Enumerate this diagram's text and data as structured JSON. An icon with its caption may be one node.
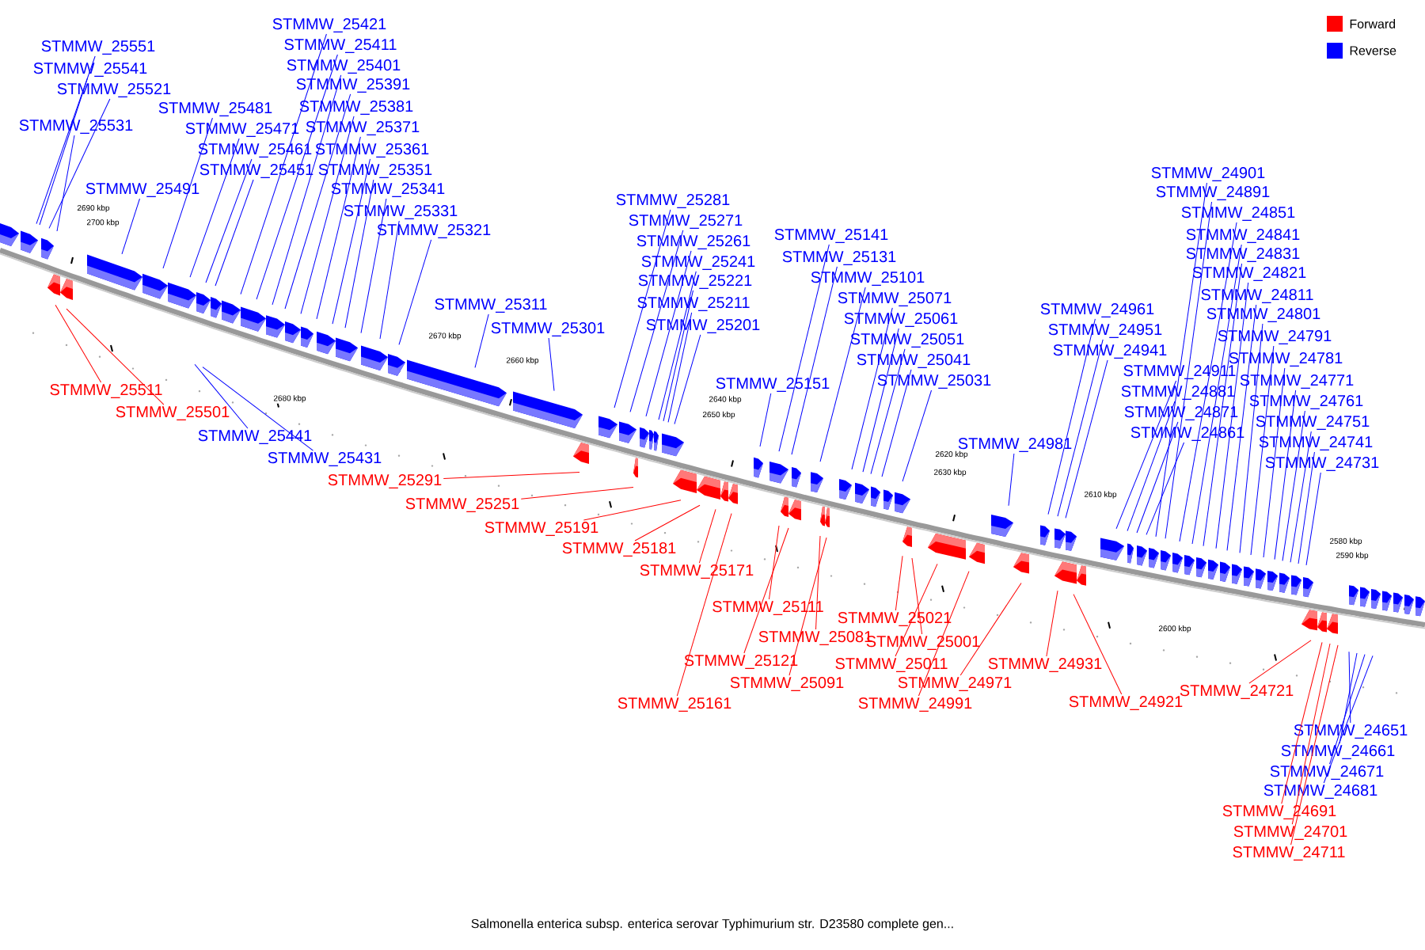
{
  "diagram": {
    "caption": "Salmonella enterica subsp. enterica serovar Typhimurium str. D23580 complete gen...",
    "nodes": [
      {
        "text": [
          "STMMW_25551"
        ]
      },
      {
        "text": [
          "STMMW_25541"
        ]
      },
      {
        "text": [
          "STMMW_25521"
        ]
      },
      {
        "text": [
          "STMMW_25531"
        ]
      },
      {
        "text": [
          "STMMW_25481"
        ]
      },
      {
        "text": [
          "STMMW_25471"
        ]
      },
      {
        "text": [
          "STMMW_25461"
        ]
      },
      {
        "text": [
          "STMMW_25451"
        ]
      },
      {
        "text": [
          "STMMW_25491"
        ]
      },
      {
        "text": [
          "STMMW_25421"
        ]
      },
      {
        "text": [
          "STMMW_25411"
        ]
      },
      {
        "text": [
          "STMMW_25401"
        ]
      },
      {
        "text": [
          "STMMW_25391"
        ]
      },
      {
        "text": [
          "STMMW_25381"
        ]
      },
      {
        "text": [
          "STMMW_25371"
        ]
      },
      {
        "text": [
          "STMMW_25361"
        ]
      },
      {
        "text": [
          "STMMW_25351"
        ]
      },
      {
        "text": [
          "STMMW_25341"
        ]
      },
      {
        "text": [
          "STMMW_25331"
        ]
      },
      {
        "text": [
          "STMMW_25321"
        ]
      },
      {
        "text": [
          "STMMW_25311"
        ]
      },
      {
        "text": [
          "STMMW_25301"
        ]
      },
      {
        "text": [
          "STMMW_25281"
        ]
      },
      {
        "text": [
          "STMMW_25271"
        ]
      },
      {
        "text": [
          "STMMW_25261"
        ]
      },
      {
        "text": [
          "STMMW_25241"
        ]
      },
      {
        "text": [
          "STMMW_25221"
        ]
      },
      {
        "text": [
          "STMMW_25211"
        ]
      },
      {
        "text": [
          "STMMW_25201"
        ]
      },
      {
        "text": [
          "STMMW_25141"
        ]
      },
      {
        "text": [
          "STMMW_25131"
        ]
      },
      {
        "text": [
          "STMMW_25101"
        ]
      },
      {
        "text": [
          "STMMW_25071"
        ]
      },
      {
        "text": [
          "STMMW_25061"
        ]
      },
      {
        "text": [
          "STMMW_25051"
        ]
      },
      {
        "text": [
          "STMMW_25041"
        ]
      },
      {
        "text": [
          "STMMW_25031"
        ]
      },
      {
        "text": [
          "STMMW_25151"
        ]
      },
      {
        "text": [
          "STMMW_24981"
        ]
      },
      {
        "text": [
          "STMMW_24901"
        ]
      },
      {
        "text": [
          "STMMW_24891"
        ]
      },
      {
        "text": [
          "STMMW_24851"
        ]
      },
      {
        "text": [
          "STMMW_24841"
        ]
      },
      {
        "text": [
          "STMMW_24831"
        ]
      },
      {
        "text": [
          "STMMW_24821"
        ]
      },
      {
        "text": [
          "STMMW_24811"
        ]
      },
      {
        "text": [
          "STMMW_24801"
        ]
      },
      {
        "text": [
          "STMMW_24791"
        ]
      },
      {
        "text": [
          "STMMW_24781"
        ]
      },
      {
        "text": [
          "STMMW_24771"
        ]
      },
      {
        "text": [
          "STMMW_24761"
        ]
      },
      {
        "text": [
          "STMMW_24751"
        ]
      },
      {
        "text": [
          "STMMW_24741"
        ]
      },
      {
        "text": [
          "STMMW_24731"
        ]
      },
      {
        "text": [
          "STMMW_24961"
        ]
      },
      {
        "text": [
          "STMMW_24951"
        ]
      },
      {
        "text": [
          "STMMW_24941"
        ]
      },
      {
        "text": [
          "STMMW_24911"
        ]
      },
      {
        "text": [
          "STMMW_24881"
        ]
      },
      {
        "text": [
          "STMMW_24871"
        ]
      },
      {
        "text": [
          "STMMW_24861"
        ]
      },
      {
        "text": [
          "STMMW_25511"
        ]
      },
      {
        "text": [
          "STMMW_25501"
        ]
      },
      {
        "text": [
          "STMMW_25441"
        ]
      },
      {
        "text": [
          "STMMW_25431"
        ]
      },
      {
        "text": [
          "STMMW_25291"
        ]
      },
      {
        "text": [
          "STMMW_25251"
        ]
      },
      {
        "text": [
          "STMMW_25191"
        ]
      },
      {
        "text": [
          "STMMW_25181"
        ]
      },
      {
        "text": [
          "STMMW_25171"
        ]
      },
      {
        "text": [
          "STMMW_25111"
        ]
      },
      {
        "text": [
          "STMMW_25081"
        ]
      },
      {
        "text": [
          "STMMW_25121"
        ]
      },
      {
        "text": [
          "STMMW_25091"
        ]
      },
      {
        "text": [
          "STMMW_25161"
        ]
      },
      {
        "text": [
          "STMMW_25021"
        ]
      },
      {
        "text": [
          "STMMW_25001"
        ]
      },
      {
        "text": [
          "STMMW_25011"
        ]
      },
      {
        "text": [
          "STMMW_24991"
        ]
      },
      {
        "text": [
          "STMMW_24971"
        ]
      },
      {
        "text": [
          "STMMW_24931"
        ]
      },
      {
        "text": [
          "STMMW_24921"
        ]
      },
      {
        "text": [
          "STMMW_24721"
        ]
      },
      {
        "text": [
          "STMMW_24651"
        ]
      },
      {
        "text": [
          "STMMW_24661"
        ]
      },
      {
        "text": [
          "STMMW_24671"
        ]
      },
      {
        "text": [
          "STMMW_24681"
        ]
      },
      {
        "text": [
          "STMMW_24691"
        ]
      },
      {
        "text": [
          "STMMW_24701"
        ]
      },
      {
        "text": [
          "STMMW_24711"
        ]
      }
    ],
    "edges": [
      {
        "from": 0,
        "to": null,
        "arrow": "none"
      },
      {
        "from": 1,
        "to": null,
        "arrow": "none"
      },
      {
        "from": 2,
        "to": null,
        "arrow": "none"
      },
      {
        "from": 3,
        "to": null,
        "arrow": "none"
      },
      {
        "from": 4,
        "to": null,
        "arrow": "none"
      },
      {
        "from": 5,
        "to": null,
        "arrow": "none"
      },
      {
        "from": 6,
        "to": null,
        "arrow": "none"
      },
      {
        "from": 7,
        "to": null,
        "arrow": "none"
      },
      {
        "from": 8,
        "to": null,
        "arrow": "none"
      },
      {
        "from": 9,
        "to": null,
        "arrow": "none"
      },
      {
        "from": 10,
        "to": null,
        "arrow": "none"
      },
      {
        "from": 11,
        "to": null,
        "arrow": "none"
      },
      {
        "from": 12,
        "to": null,
        "arrow": "none"
      },
      {
        "from": 13,
        "to": null,
        "arrow": "none"
      },
      {
        "from": 14,
        "to": null,
        "arrow": "none"
      },
      {
        "from": 15,
        "to": null,
        "arrow": "none"
      },
      {
        "from": 16,
        "to": null,
        "arrow": "none"
      },
      {
        "from": 17,
        "to": null,
        "arrow": "none"
      },
      {
        "from": 18,
        "to": null,
        "arrow": "none"
      },
      {
        "from": 19,
        "to": null,
        "arrow": "none"
      },
      {
        "from": 20,
        "to": null,
        "arrow": "none"
      },
      {
        "from": 21,
        "to": null,
        "arrow": "none"
      },
      {
        "from": 22,
        "to": null,
        "arrow": "none"
      },
      {
        "from": 23,
        "to": null,
        "arrow": "none"
      },
      {
        "from": 24,
        "to": null,
        "arrow": "none"
      },
      {
        "from": 25,
        "to": null,
        "arrow": "none"
      },
      {
        "from": 26,
        "to": null,
        "arrow": "none"
      },
      {
        "from": 27,
        "to": null,
        "arrow": "none"
      },
      {
        "from": 28,
        "to": null,
        "arrow": "none"
      },
      {
        "from": 29,
        "to": null,
        "arrow": "none"
      },
      {
        "from": 30,
        "to": null,
        "arrow": "none"
      },
      {
        "from": 31,
        "to": null,
        "arrow": "none"
      },
      {
        "from": 32,
        "to": null,
        "arrow": "none"
      },
      {
        "from": 33,
        "to": null,
        "arrow": "none"
      },
      {
        "from": 34,
        "to": null,
        "arrow": "none"
      },
      {
        "from": 35,
        "to": null,
        "arrow": "none"
      },
      {
        "from": 36,
        "to": null,
        "arrow": "none"
      },
      {
        "from": 37,
        "to": null,
        "arrow": "none"
      },
      {
        "from": 38,
        "to": null,
        "arrow": "none"
      },
      {
        "from": 39,
        "to": null,
        "arrow": "none"
      },
      {
        "from": 40,
        "to": null,
        "arrow": "none"
      },
      {
        "from": 41,
        "to": null,
        "arrow": "none"
      },
      {
        "from": 42,
        "to": null,
        "arrow": "none"
      },
      {
        "from": 43,
        "to": null,
        "arrow": "none"
      },
      {
        "from": 44,
        "to": null,
        "arrow": "none"
      },
      {
        "from": 45,
        "to": null,
        "arrow": "none"
      },
      {
        "from": 46,
        "to": null,
        "arrow": "none"
      },
      {
        "from": 47,
        "to": null,
        "arrow": "none"
      },
      {
        "from": 48,
        "to": null,
        "arrow": "none"
      },
      {
        "from": 49,
        "to": null,
        "arrow": "none"
      },
      {
        "from": 50,
        "to": null,
        "arrow": "none"
      },
      {
        "from": 51,
        "to": null,
        "arrow": "none"
      },
      {
        "from": 52,
        "to": null,
        "arrow": "none"
      },
      {
        "from": 53,
        "to": null,
        "arrow": "none"
      },
      {
        "from": 54,
        "to": null,
        "arrow": "none"
      },
      {
        "from": 55,
        "to": null,
        "arrow": "none"
      },
      {
        "from": 56,
        "to": null,
        "arrow": "none"
      },
      {
        "from": 57,
        "to": null,
        "arrow": "none"
      },
      {
        "from": 58,
        "to": null,
        "arrow": "none"
      },
      {
        "from": 59,
        "to": null,
        "arrow": "none"
      },
      {
        "from": 60,
        "to": null,
        "arrow": "none"
      },
      {
        "from": 61,
        "to": null,
        "arrow": "none",
        "color": "#ff0000"
      },
      {
        "from": 62,
        "to": null,
        "arrow": "none",
        "color": "#ff0000"
      },
      {
        "from": 63,
        "to": null,
        "arrow": "none"
      },
      {
        "from": 64,
        "to": null,
        "arrow": "none"
      },
      {
        "from": 65,
        "to": null,
        "arrow": "none",
        "color": "#ff0000"
      },
      {
        "from": 66,
        "to": null,
        "arrow": "none",
        "color": "#ff0000"
      },
      {
        "from": 67,
        "to": null,
        "arrow": "none",
        "color": "#ff0000"
      },
      {
        "from": 68,
        "to": null,
        "arrow": "none",
        "color": "#ff0000"
      },
      {
        "from": 69,
        "to": null,
        "arrow": "none",
        "color": "#ff0000"
      },
      {
        "from": 70,
        "to": null,
        "arrow": "none",
        "color": "#ff0000"
      },
      {
        "from": 71,
        "to": null,
        "arrow": "none",
        "color": "#ff0000"
      },
      {
        "from": 72,
        "to": null,
        "arrow": "none",
        "color": "#ff0000"
      },
      {
        "from": 73,
        "to": null,
        "arrow": "none",
        "color": "#ff0000"
      },
      {
        "from": 74,
        "to": null,
        "arrow": "none",
        "color": "#ff0000"
      },
      {
        "from": 75,
        "to": null,
        "arrow": "none",
        "color": "#ff0000"
      },
      {
        "from": 76,
        "to": null,
        "arrow": "none",
        "color": "#ff0000"
      },
      {
        "from": 77,
        "to": null,
        "arrow": "none",
        "color": "#ff0000"
      },
      {
        "from": 78,
        "to": null,
        "arrow": "none",
        "color": "#ff0000"
      },
      {
        "from": 79,
        "to": null,
        "arrow": "none",
        "color": "#ff0000"
      },
      {
        "from": 80,
        "to": null,
        "arrow": "none",
        "color": "#ff0000"
      },
      {
        "from": 81,
        "to": null,
        "arrow": "none",
        "color": "#ff0000"
      },
      {
        "from": 82,
        "to": null,
        "arrow": "none",
        "color": "#ff0000"
      },
      {
        "from": 83,
        "to": null,
        "arrow": "none"
      },
      {
        "from": 84,
        "to": null,
        "arrow": "none"
      },
      {
        "from": 85,
        "to": null,
        "arrow": "none"
      },
      {
        "from": 86,
        "to": null,
        "arrow": "none"
      },
      {
        "from": 87,
        "to": null,
        "arrow": "none",
        "color": "#ff0000"
      },
      {
        "from": 88,
        "to": null,
        "arrow": "none",
        "color": "#ff0000"
      },
      {
        "from": 89,
        "to": null,
        "arrow": "none",
        "color": "#ff0000"
      }
    ],
    "labels": [
      "2700 kbp",
      "2690 kbp",
      "2680 kbp",
      "2670 kbp",
      "2660 kbp",
      "2650 kbp",
      "2640 kbp",
      "2630 kbp",
      "2620 kbp",
      "2610 kbp",
      "2600 kbp",
      "2590 kbp",
      "2580 kbp"
    ],
    "legend": [
      {
        "text": "Forward",
        "color": "#ff0000"
      },
      {
        "text": "Reverse",
        "color": "#0000ff"
      }
    ]
  }
}
